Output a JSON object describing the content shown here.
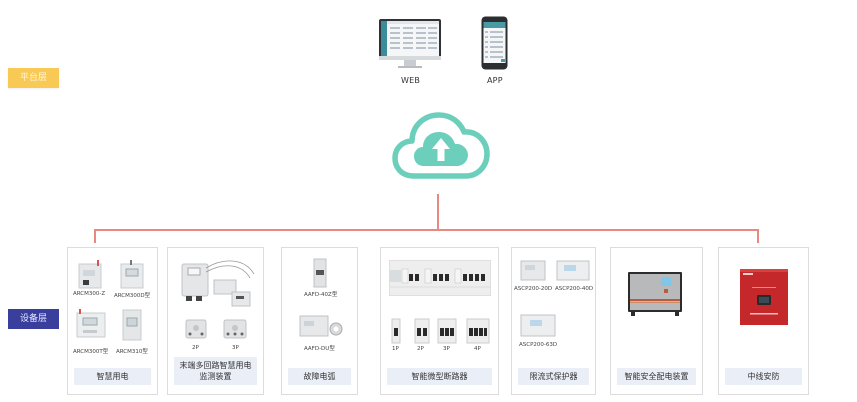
{
  "layers": {
    "platform": {
      "label": "平台层",
      "color": "#F9C955"
    },
    "device": {
      "label": "设备层",
      "color": "#3A3E9C"
    }
  },
  "clients": [
    {
      "label": "WEB",
      "icon": "monitor-icon"
    },
    {
      "label": "APP",
      "icon": "phone-icon"
    }
  ],
  "cloud": {
    "icon": "cloud-upload-icon",
    "color": "#6CCFBC"
  },
  "connector_color": "#E8897F",
  "cards": [
    {
      "title": "智慧用电",
      "products": [
        "ARCM300-Z",
        "ARCM300D型",
        "ARCM300T型",
        "ARCM310型"
      ]
    },
    {
      "title": "末端多回路智慧用电监测装置",
      "products": [
        "2P",
        "3P"
      ]
    },
    {
      "title": "故障电弧",
      "products": [
        "AAFD-40Z型",
        "AAFD-DU型"
      ]
    },
    {
      "title": "智能微型断路器",
      "products": [
        "1P",
        "2P",
        "3P",
        "4P"
      ]
    },
    {
      "title": "限流式保护器",
      "products": [
        "ASCP200-20D",
        "ASCP200-40D",
        "ASCP200-63D"
      ]
    },
    {
      "title": "智能安全配电装置",
      "products": []
    },
    {
      "title": "中线安防",
      "products": []
    }
  ]
}
